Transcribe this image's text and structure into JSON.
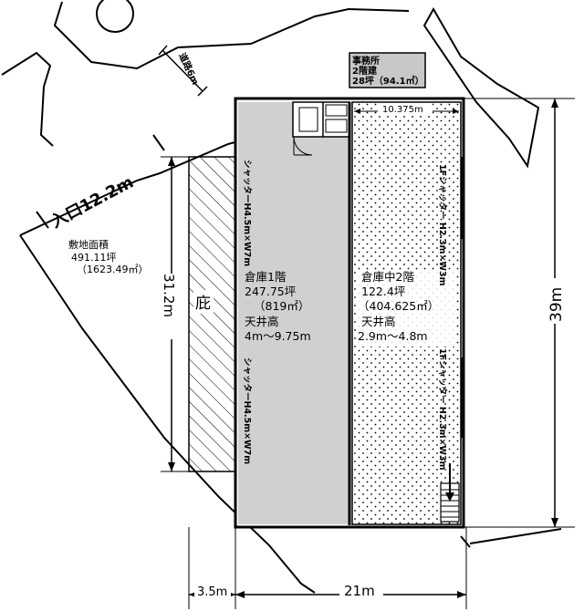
{
  "site": {
    "road_width": "道路6m",
    "entrance": "入口12.2m",
    "site_area_label": "敷地面積",
    "site_area_tsubo": "491.11坪",
    "site_area_m2": "（1623.49㎡）",
    "eaves": "庇"
  },
  "office": {
    "title": "事務所",
    "floor": "2階建",
    "area": "28坪（94.1㎡）"
  },
  "warehouse_1f": {
    "name": "倉庫1階",
    "area_tsubo": "247.75坪",
    "area_m2": "（819㎡）",
    "ceiling_label": "天井高",
    "ceiling_value": "4m～9.75m",
    "shutter_upper": "シャッターH4.5m×W7m",
    "shutter_lower": "シャッターH4.5m×W7m"
  },
  "warehouse_m2f": {
    "name": "倉庫中2階",
    "area_tsubo": "122.4坪",
    "area_m2": "（404.625㎡）",
    "ceiling_label": "天井高",
    "ceiling_value": "2.9m～4.8m",
    "width": "10.375m",
    "shutter_upper": "1Fシャッター H2.3m×W3m",
    "shutter_lower": "1Fシャッター H2.3m×W3m"
  },
  "dimensions": {
    "height_left": "31.2m",
    "height_right": "39m",
    "width_eaves": "3.5m",
    "width_building": "21m"
  },
  "icons": {
    "north": "north-arrow-icon",
    "stairs": "stairs-icon",
    "door": "door-icon"
  }
}
